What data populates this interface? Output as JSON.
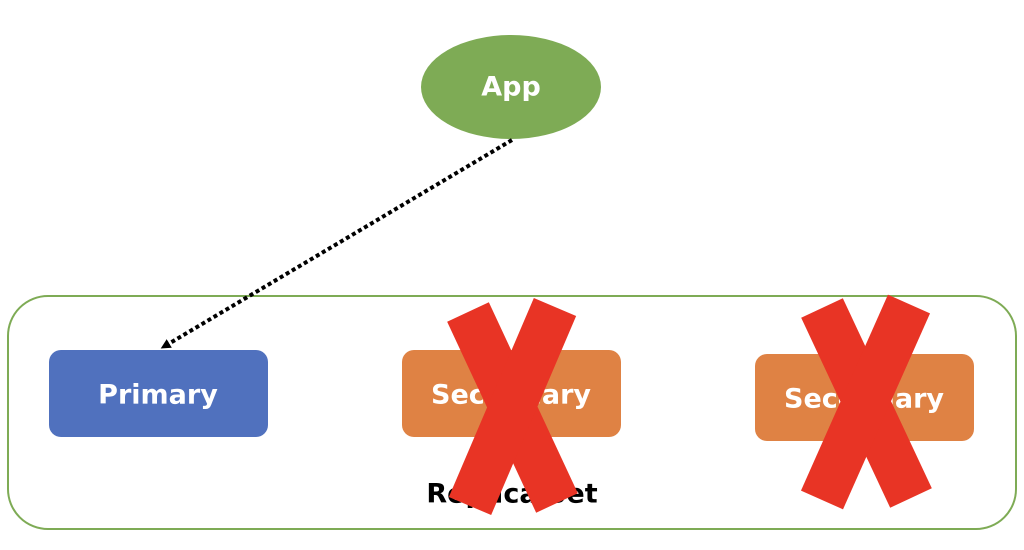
{
  "nodes": {
    "app": {
      "label": "App",
      "color": "#7eab55"
    },
    "primary": {
      "label": "Primary",
      "color": "#5071be"
    },
    "secondary_1": {
      "label": "Secondary",
      "color": "#df8244",
      "failed": true
    },
    "secondary_2": {
      "label": "Secondary",
      "color": "#df8244",
      "failed": true
    }
  },
  "group": {
    "label": "Replica Set",
    "border_color": "#7eab55"
  },
  "edges": [
    {
      "from": "App",
      "to": "Primary",
      "style": "dotted",
      "arrow": true
    }
  ],
  "failure_mark": {
    "icon": "red-x-icon",
    "color": "#e83425"
  }
}
